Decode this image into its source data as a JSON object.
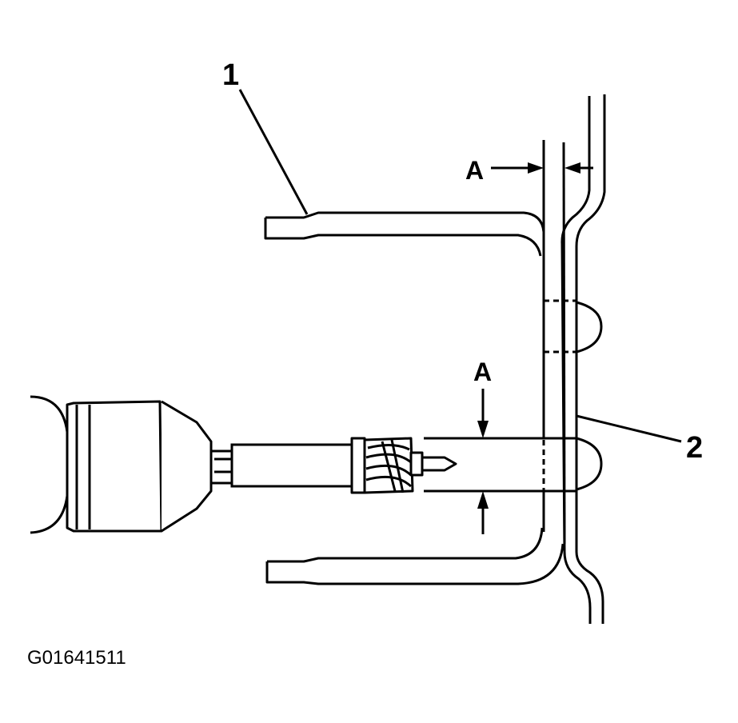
{
  "labels": {
    "part_1": "1",
    "part_2": "2",
    "dim_a_top": "A",
    "dim_a_side": "A"
  },
  "figure_code": "G01641511"
}
